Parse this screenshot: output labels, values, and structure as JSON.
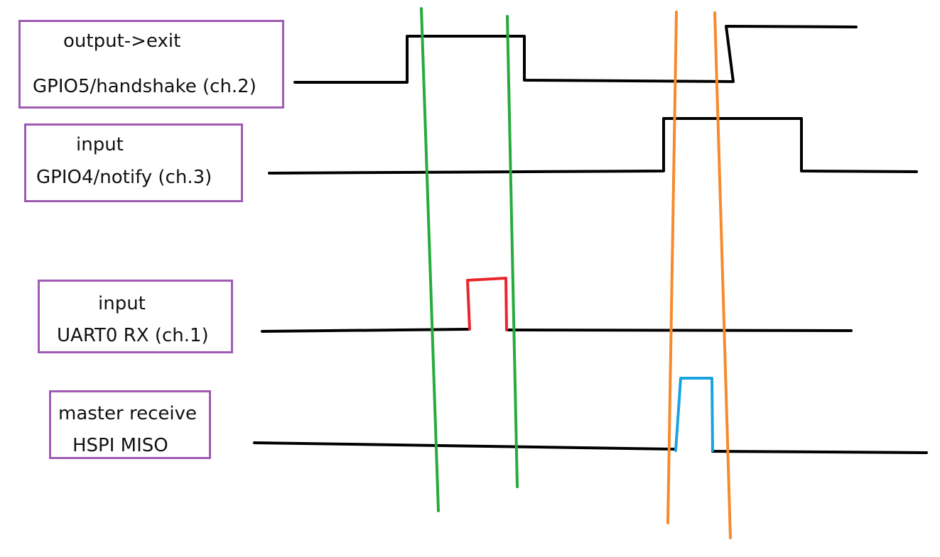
{
  "colors": {
    "box_border": "#a05ab4",
    "signal": "#000000",
    "uart_pulse": "#e8262c",
    "miso_pulse": "#1ba3e0",
    "green_markers": "#27ab3c",
    "orange_markers": "#f78a2c"
  },
  "labels": {
    "ch2": {
      "line1": "output->exit",
      "line2": "GPIO5/handshake (ch.2)"
    },
    "ch3": {
      "line1": "input",
      "line2": "GPIO4/notify (ch.3)"
    },
    "ch1": {
      "line1": "input",
      "line2": "UART0 RX (ch.1)"
    },
    "miso": {
      "line1": "master receive",
      "line2": "HSPI MISO"
    }
  }
}
